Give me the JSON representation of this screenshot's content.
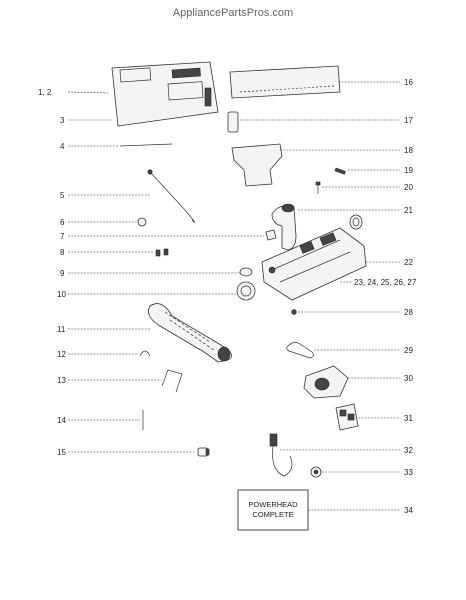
{
  "watermark": "AppliancePartsPros.com",
  "callouts": {
    "c1": "1, 2",
    "c3": "3",
    "c4": "4",
    "c5": "5",
    "c6": "6",
    "c7": "7",
    "c8": "8",
    "c9": "9",
    "c10": "10",
    "c11": "11",
    "c12": "12",
    "c13": "13",
    "c14": "14",
    "c15": "15",
    "c16": "16",
    "c17": "17",
    "c18": "18",
    "c19": "19",
    "c20": "20",
    "c21": "21",
    "c22": "22",
    "c23": "23, 24, 25, 26, 27",
    "c28": "28",
    "c29": "29",
    "c30": "30",
    "c31": "31",
    "c32": "32",
    "c33": "33",
    "c34": "34"
  },
  "powerhead_box": {
    "line1": "POWERHEAD",
    "line2": "COMPLETE"
  }
}
